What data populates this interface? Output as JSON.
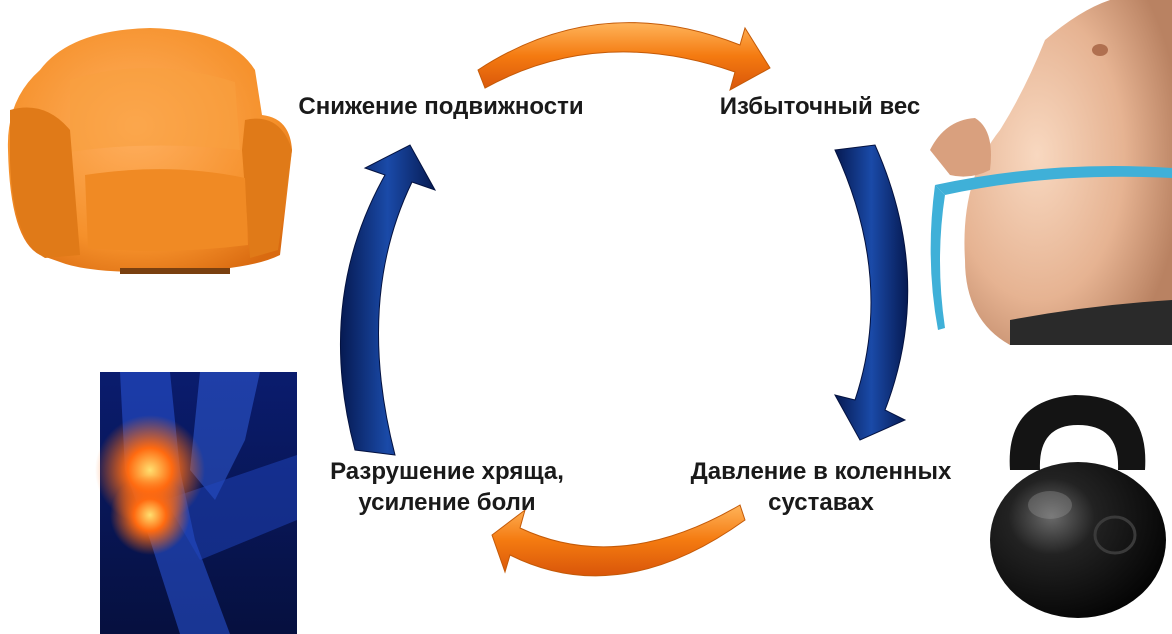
{
  "cycle": {
    "steps": [
      {
        "label": "Снижение подвижности"
      },
      {
        "label": "Избыточный вес"
      },
      {
        "label_line1": "Давление в коленных",
        "label_line2": "суставах"
      },
      {
        "label_line1": "Разрушение хряща,",
        "label_line2": "усиление боли"
      }
    ]
  },
  "colors": {
    "orange_arrow": "#f47a10",
    "blue_arrow": "#0b2f7d",
    "armchair": "#f5902a",
    "knee_bg": "#0a1c6e",
    "knee_glow": "#ff6a10",
    "kettlebell": "#111111",
    "skin": "#e6b392",
    "tape": "#3fb0d8"
  },
  "images": {
    "top_left": "armchair",
    "top_right": "belly-with-measuring-tape",
    "bottom_right": "kettlebell",
    "bottom_left": "knee-xray"
  }
}
